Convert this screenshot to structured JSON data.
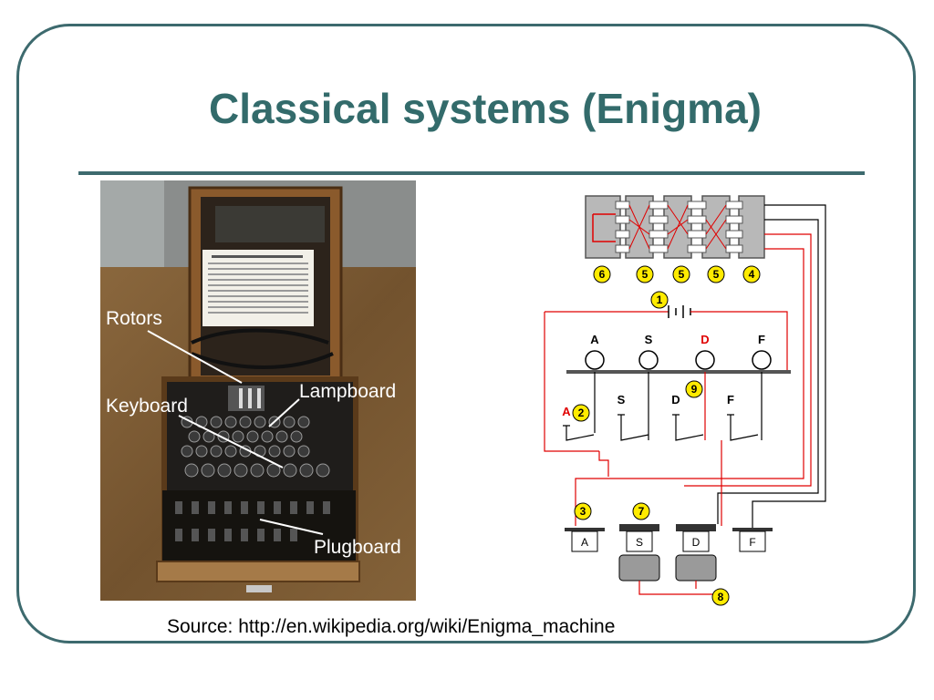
{
  "slide": {
    "title": "Classical systems (Enigma)",
    "source": "Source: http://en.wikipedia.org/wiki/Enigma_machine"
  },
  "photo": {
    "callouts": {
      "rotors": "Rotors",
      "lampboard": "Lampboard",
      "keyboard": "Keyboard",
      "plugboard": "Plugboard"
    }
  },
  "diagram": {
    "rotor_numbers": [
      "6",
      "5",
      "5",
      "5",
      "4"
    ],
    "battery_number": "1",
    "lamps": [
      "A",
      "S",
      "D",
      "F"
    ],
    "lamp_number": "9",
    "keys": [
      "A",
      "S",
      "D",
      "F"
    ],
    "key_number": "2",
    "plug_numbers": [
      "3",
      "7",
      "8"
    ],
    "plugs": [
      "A",
      "S",
      "D",
      "F"
    ],
    "colors": {
      "current": "#e00000",
      "wire": "#000000",
      "rotor": "#b8b8b8",
      "number_badge": "#ffeb00"
    }
  }
}
